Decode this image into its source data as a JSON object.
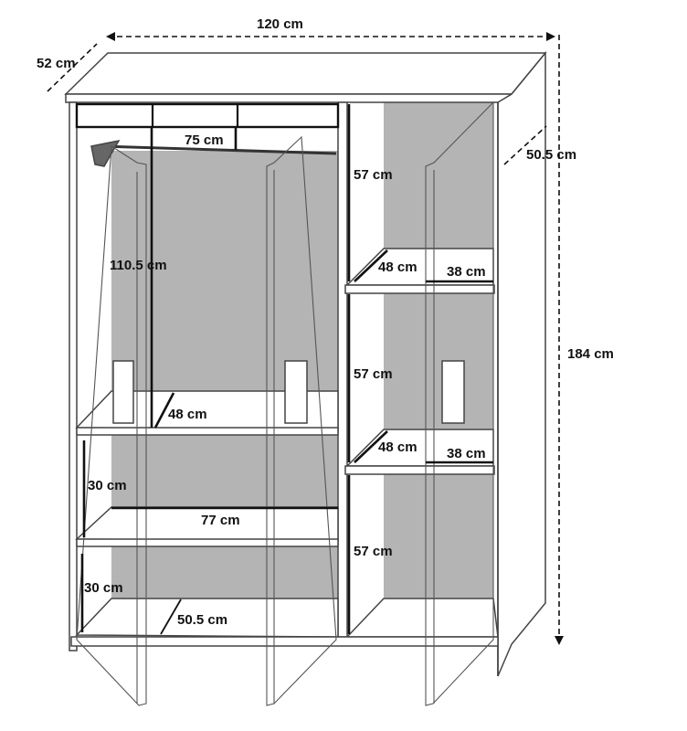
{
  "diagram": {
    "dimensions": {
      "overall_width": "120 cm",
      "overall_depth": "52 cm",
      "overall_height": "184 cm",
      "inner_depth_right": "50.5 cm",
      "rail_width": "75 cm",
      "hanging_height": "110.5 cm",
      "left_shelf_depth": "48 cm",
      "compartment_height_1": "30 cm",
      "shelf_width_left": "77 cm",
      "compartment_height_2": "30 cm",
      "inner_depth_bottom": "50.5 cm",
      "right_compartment_top": "57 cm",
      "right_shelf_1_depth": "48 cm",
      "right_shelf_1_width": "38 cm",
      "right_compartment_middle": "57 cm",
      "right_shelf_2_depth": "48 cm",
      "right_shelf_2_width": "38 cm",
      "right_compartment_bottom": "57 cm"
    },
    "colors": {
      "back_panel": "#b4b4b4",
      "outline": "#444444",
      "dimension_line": "#111111"
    }
  }
}
